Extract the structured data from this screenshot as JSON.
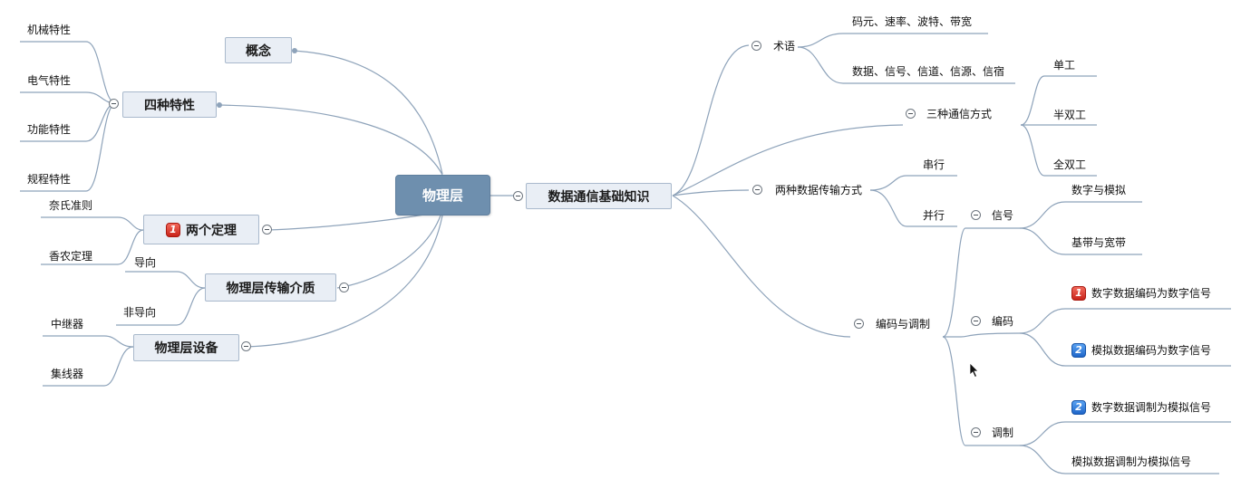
{
  "root": "物理层",
  "left": {
    "concept": "概念",
    "four_traits": {
      "label": "四种特性",
      "items": [
        "机械特性",
        "电气特性",
        "功能特性",
        "规程特性"
      ]
    },
    "two_theorems": {
      "label": "两个定理",
      "badge": "1",
      "items": [
        "奈氏准则",
        "香农定理"
      ]
    },
    "media": {
      "label": "物理层传输介质",
      "items": [
        "导向",
        "非导向"
      ]
    },
    "devices": {
      "label": "物理层设备",
      "items": [
        "中继器",
        "集线器"
      ]
    }
  },
  "right": {
    "basics": {
      "label": "数据通信基础知识",
      "terms": {
        "label": "术语",
        "items": [
          "码元、速率、波特、带宽",
          "数据、信号、信道、信源、信宿"
        ]
      },
      "three_modes": {
        "label": "三种通信方式",
        "items": [
          "单工",
          "半双工",
          "全双工"
        ]
      },
      "two_transfer": {
        "label": "两种数据传输方式",
        "items": [
          "串行",
          "并行"
        ]
      },
      "encode_modulate": {
        "label": "编码与调制",
        "signal": {
          "label": "信号",
          "items": [
            "数字与模拟",
            "基带与宽带"
          ]
        },
        "encoding": {
          "label": "编码",
          "items": [
            {
              "badge": "1",
              "text": "数字数据编码为数字信号"
            },
            {
              "badge": "2",
              "text": "模拟数据编码为数字信号"
            }
          ]
        },
        "modulation": {
          "label": "调制",
          "items": [
            {
              "badge": "2",
              "text": "数字数据调制为模拟信号"
            },
            {
              "text": "模拟数据调制为模拟信号"
            }
          ]
        }
      }
    }
  },
  "colors": {
    "line": "#8ea3ba",
    "root_bg": "#6e8fae",
    "node_bg": "#e9eef5",
    "badge_red": "#d9342a",
    "badge_blue": "#2a74d6"
  }
}
